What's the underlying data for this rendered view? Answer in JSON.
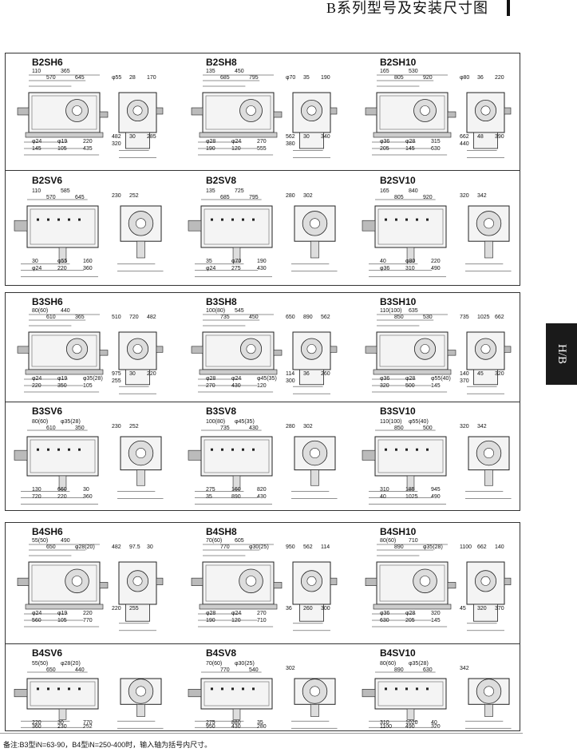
{
  "header": {
    "title": "B系列型号及安装尺寸图"
  },
  "side_tab": {
    "label": "H/B"
  },
  "footnote": "备注:B3型iN=63-90，B4型iN=250-400时，输入轴为括号内尺寸。",
  "sections": [
    {
      "models": [
        {
          "name": "B2SH6",
          "dims": [
            "110",
            "570",
            "365",
            "645",
            "φ24",
            "φ19",
            "220",
            "145",
            "105",
            "435",
            "φ55",
            "28",
            "170",
            "482",
            "30",
            "285",
            "320"
          ]
        },
        {
          "name": "B2SH8",
          "dims": [
            "135",
            "685",
            "450",
            "795",
            "φ28",
            "φ24",
            "270",
            "190",
            "120",
            "555",
            "φ70",
            "35",
            "190",
            "562",
            "30",
            "340",
            "380"
          ]
        },
        {
          "name": "B2SH10",
          "dims": [
            "165",
            "805",
            "530",
            "920",
            "φ36",
            "φ28",
            "315",
            "205",
            "145",
            "630",
            "φ80",
            "36",
            "220",
            "662",
            "48",
            "390",
            "440"
          ]
        }
      ]
    },
    {
      "models": [
        {
          "name": "B2SV6",
          "dims": [
            "110",
            "570",
            "585",
            "645",
            "30",
            "φ55",
            "160",
            "φ24",
            "220",
            "360",
            "230",
            "252"
          ]
        },
        {
          "name": "B2SV8",
          "dims": [
            "135",
            "685",
            "725",
            "795",
            "35",
            "φ70",
            "190",
            "φ24",
            "275",
            "430",
            "280",
            "302"
          ]
        },
        {
          "name": "B2SV10",
          "dims": [
            "165",
            "805",
            "840",
            "920",
            "40",
            "φ80",
            "220",
            "φ36",
            "310",
            "490",
            "320",
            "342"
          ]
        }
      ]
    },
    {
      "models": [
        {
          "name": "B3SH6",
          "dims": [
            "80(60)",
            "610",
            "440",
            "365",
            "φ24",
            "φ19",
            "φ35(28)",
            "220",
            "350",
            "105",
            "510",
            "720",
            "482",
            "975",
            "30",
            "220",
            "255"
          ]
        },
        {
          "name": "B3SH8",
          "dims": [
            "100(80)",
            "735",
            "545",
            "450",
            "φ28",
            "φ24",
            "φ45(35)",
            "270",
            "430",
            "120",
            "650",
            "890",
            "562",
            "114",
            "36",
            "260",
            "300"
          ]
        },
        {
          "name": "B3SH10",
          "dims": [
            "110(100)",
            "850",
            "635",
            "530",
            "φ36",
            "φ28",
            "φ55(40)",
            "320",
            "500",
            "145",
            "735",
            "1025",
            "662",
            "140",
            "45",
            "320",
            "370"
          ]
        }
      ]
    },
    {
      "models": [
        {
          "name": "B3SV6",
          "dims": [
            "80(60)",
            "610",
            "φ35(28)",
            "350",
            "130",
            "660",
            "30",
            "720",
            "220",
            "360",
            "230",
            "252"
          ]
        },
        {
          "name": "B3SV8",
          "dims": [
            "100(80)",
            "735",
            "φ45(35)",
            "430",
            "275",
            "160",
            "820",
            "35",
            "890",
            "430",
            "280",
            "302"
          ]
        },
        {
          "name": "B3SV10",
          "dims": [
            "110(100)",
            "850",
            "φ55(40)",
            "500",
            "310",
            "185",
            "945",
            "40",
            "1025",
            "490",
            "320",
            "342"
          ]
        }
      ]
    },
    {
      "models": [
        {
          "name": "B4SH6",
          "dims": [
            "55(50)",
            "650",
            "490",
            "φ28(20)",
            "φ24",
            "φ19",
            "220",
            "560",
            "105",
            "770",
            "482",
            "97.5",
            "30",
            "220",
            "255"
          ]
        },
        {
          "name": "B4SH8",
          "dims": [
            "70(60)",
            "770",
            "605",
            "φ30(25)",
            "φ28",
            "φ24",
            "270",
            "190",
            "120",
            "710",
            "950",
            "562",
            "114",
            "36",
            "260",
            "300"
          ]
        },
        {
          "name": "B4SH10",
          "dims": [
            "80(60)",
            "890",
            "710",
            "φ35(28)",
            "φ36",
            "φ28",
            "320",
            "630",
            "205",
            "145",
            "1100",
            "662",
            "140",
            "45",
            "320",
            "370"
          ]
        }
      ]
    },
    {
      "models": [
        {
          "name": "B4SV6",
          "dims": [
            "55(50)",
            "650",
            "φ28(20)",
            "440",
            "220",
            "30",
            "770",
            "360",
            "230",
            "252"
          ]
        },
        {
          "name": "B4SV8",
          "dims": [
            "70(60)",
            "770",
            "φ30(25)",
            "540",
            "275",
            "880",
            "35",
            "950",
            "430",
            "280",
            "302"
          ]
        },
        {
          "name": "B4SV10",
          "dims": [
            "80(60)",
            "890",
            "φ35(28)",
            "630",
            "310",
            "1020",
            "40",
            "1100",
            "490",
            "320",
            "342"
          ]
        }
      ]
    }
  ]
}
